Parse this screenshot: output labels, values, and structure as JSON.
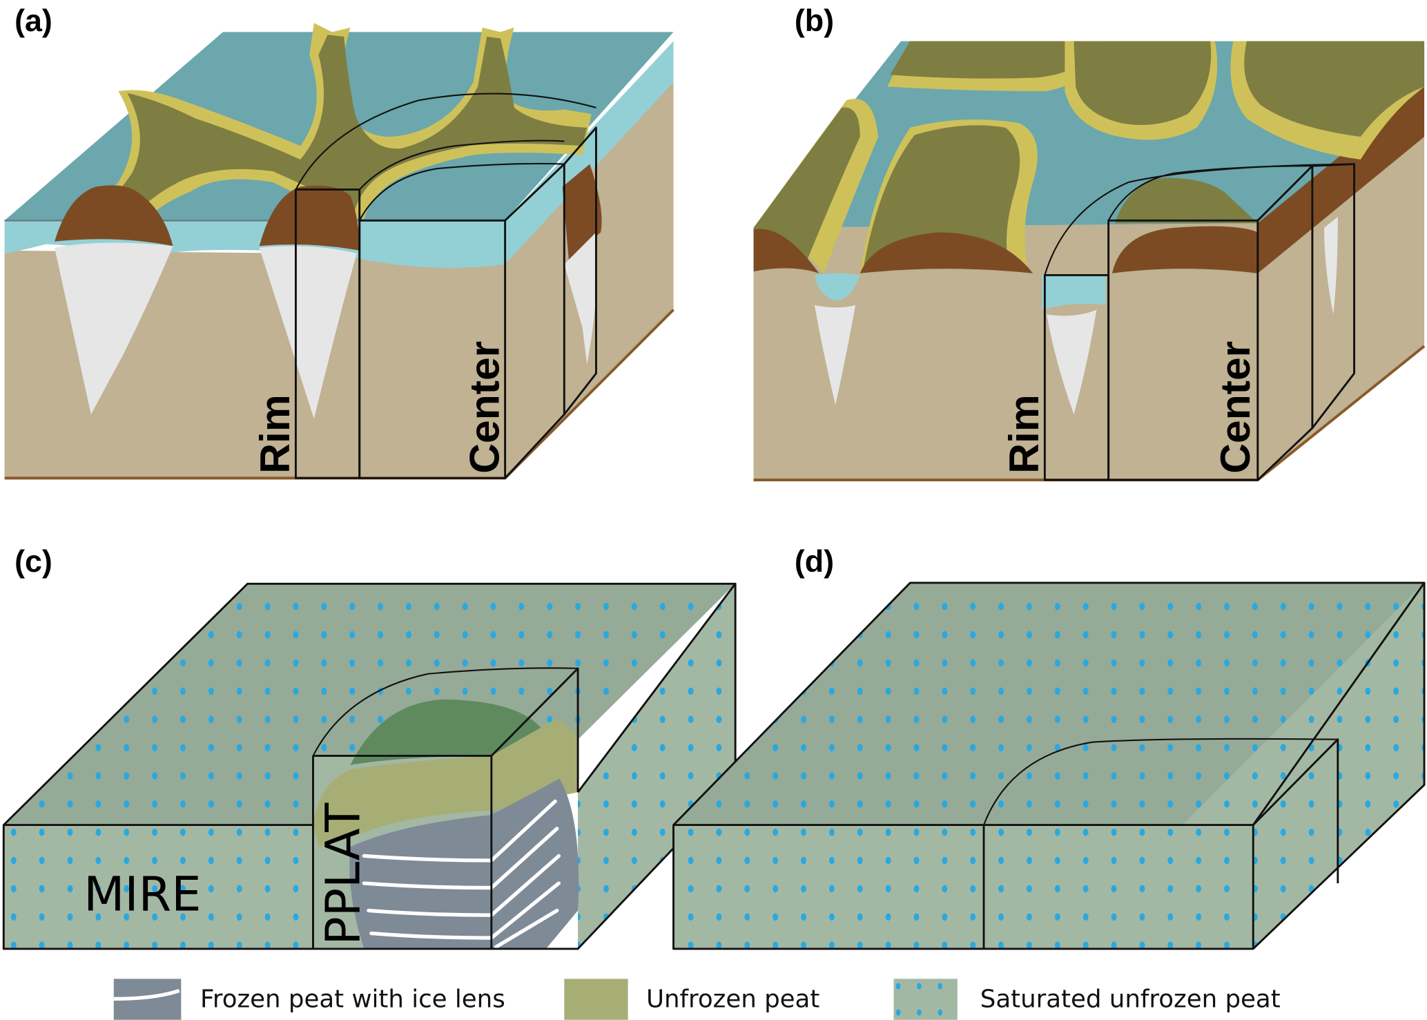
{
  "figure": {
    "panels": [
      {
        "id": "a",
        "label": "(a)",
        "columns": [
          "Rim",
          "Center"
        ]
      },
      {
        "id": "b",
        "label": "(b)",
        "columns": [
          "Rim",
          "Center"
        ]
      },
      {
        "id": "c",
        "label": "(c)",
        "zones": [
          "MIRE",
          "PPLAT"
        ]
      },
      {
        "id": "d",
        "label": "(d)"
      }
    ],
    "legend": [
      {
        "label": "Frozen peat with ice lens",
        "swatch": "frozen-peat",
        "color": "#7f8a97"
      },
      {
        "label": "Unfrozen peat",
        "swatch": "unfrozen-peat",
        "color": "#a7ae75"
      },
      {
        "label": "Saturated unfrozen peat",
        "swatch": "saturated-peat",
        "color": "#a3b8a3",
        "dot_color": "#2aa8e0"
      }
    ],
    "colors": {
      "water": "#6ba7ad",
      "water_light": "#93d0d6",
      "soil": "#c0b292",
      "soil_edge": "#8a5a2b",
      "peat_dark": "#7e7e42",
      "peat_rim": "#cfc15a",
      "peat_brown": "#7c4b24",
      "ice": "#e6e6e6",
      "mire_top": "#96aa98",
      "mire_side": "#a3b8a3",
      "ppl_green": "#5f8a60"
    }
  }
}
